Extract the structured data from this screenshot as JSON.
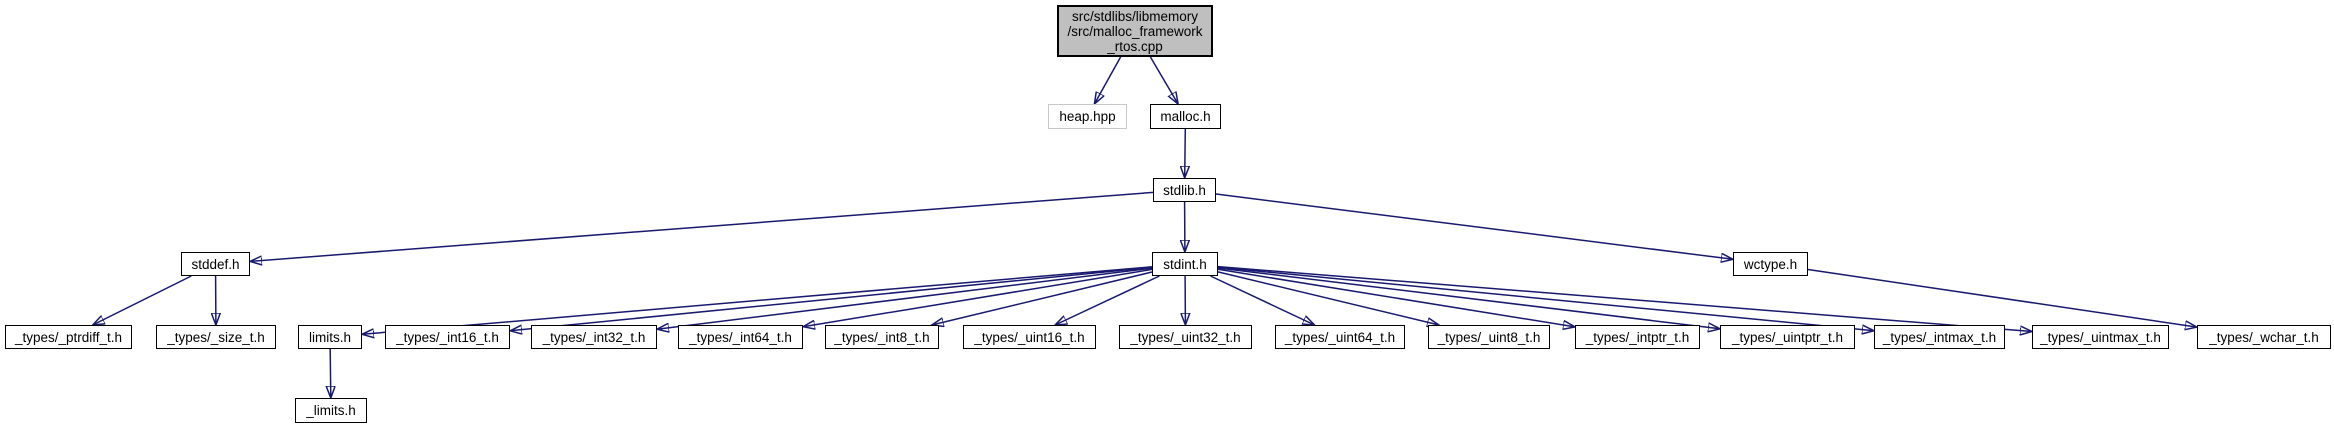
{
  "diagram": {
    "type": "include-dependency-graph",
    "root_file": "src/stdlibs/libmemory/src/malloc_framework_rtos.cpp"
  },
  "colors": {
    "edge": "#191970",
    "node_border": "#000000",
    "node_fill": "#ffffff",
    "root_fill": "#bfbfbf",
    "external_border": "#c8c8c8",
    "text": "#000000"
  },
  "nodes": [
    {
      "id": "main_cpp",
      "label": "src/stdlibs/libmemory\n/src/malloc_framework\n_rtos.cpp",
      "kind": "root"
    },
    {
      "id": "heap_hpp",
      "label": "heap.hpp",
      "kind": "external"
    },
    {
      "id": "malloc_h",
      "label": "malloc.h",
      "kind": "doc"
    },
    {
      "id": "stdlib_h",
      "label": "stdlib.h",
      "kind": "doc"
    },
    {
      "id": "stddef_h",
      "label": "stddef.h",
      "kind": "doc"
    },
    {
      "id": "stdint_h",
      "label": "stdint.h",
      "kind": "doc"
    },
    {
      "id": "wctype_h",
      "label": "wctype.h",
      "kind": "doc"
    },
    {
      "id": "ptrdiff_t",
      "label": "_types/_ptrdiff_t.h",
      "kind": "doc"
    },
    {
      "id": "size_t",
      "label": "_types/_size_t.h",
      "kind": "doc"
    },
    {
      "id": "limits_h",
      "label": "limits.h",
      "kind": "doc"
    },
    {
      "id": "int16_t",
      "label": "_types/_int16_t.h",
      "kind": "doc"
    },
    {
      "id": "int32_t",
      "label": "_types/_int32_t.h",
      "kind": "doc"
    },
    {
      "id": "int64_t",
      "label": "_types/_int64_t.h",
      "kind": "doc"
    },
    {
      "id": "int8_t",
      "label": "_types/_int8_t.h",
      "kind": "doc"
    },
    {
      "id": "uint16_t",
      "label": "_types/_uint16_t.h",
      "kind": "doc"
    },
    {
      "id": "uint32_t",
      "label": "_types/_uint32_t.h",
      "kind": "doc"
    },
    {
      "id": "uint64_t",
      "label": "_types/_uint64_t.h",
      "kind": "doc"
    },
    {
      "id": "uint8_t",
      "label": "_types/_uint8_t.h",
      "kind": "doc"
    },
    {
      "id": "intptr_t",
      "label": "_types/_intptr_t.h",
      "kind": "doc"
    },
    {
      "id": "uintptr_t",
      "label": "_types/_uintptr_t.h",
      "kind": "doc"
    },
    {
      "id": "intmax_t",
      "label": "_types/_intmax_t.h",
      "kind": "doc"
    },
    {
      "id": "uintmax_t",
      "label": "_types/_uintmax_t.h",
      "kind": "doc"
    },
    {
      "id": "wchar_t",
      "label": "_types/_wchar_t.h",
      "kind": "doc"
    },
    {
      "id": "limits_int",
      "label": "_limits.h",
      "kind": "doc"
    }
  ],
  "edges": [
    {
      "from": "main_cpp",
      "to": "heap_hpp"
    },
    {
      "from": "main_cpp",
      "to": "malloc_h"
    },
    {
      "from": "malloc_h",
      "to": "stdlib_h"
    },
    {
      "from": "stdlib_h",
      "to": "stddef_h"
    },
    {
      "from": "stdlib_h",
      "to": "stdint_h"
    },
    {
      "from": "stdlib_h",
      "to": "wctype_h"
    },
    {
      "from": "stddef_h",
      "to": "ptrdiff_t"
    },
    {
      "from": "stddef_h",
      "to": "size_t"
    },
    {
      "from": "stdint_h",
      "to": "limits_h"
    },
    {
      "from": "stdint_h",
      "to": "int16_t"
    },
    {
      "from": "stdint_h",
      "to": "int32_t"
    },
    {
      "from": "stdint_h",
      "to": "int64_t"
    },
    {
      "from": "stdint_h",
      "to": "int8_t"
    },
    {
      "from": "stdint_h",
      "to": "uint16_t"
    },
    {
      "from": "stdint_h",
      "to": "uint32_t"
    },
    {
      "from": "stdint_h",
      "to": "uint64_t"
    },
    {
      "from": "stdint_h",
      "to": "uint8_t"
    },
    {
      "from": "stdint_h",
      "to": "intptr_t"
    },
    {
      "from": "stdint_h",
      "to": "uintptr_t"
    },
    {
      "from": "stdint_h",
      "to": "intmax_t"
    },
    {
      "from": "stdint_h",
      "to": "uintmax_t"
    },
    {
      "from": "wctype_h",
      "to": "wchar_t"
    },
    {
      "from": "limits_h",
      "to": "limits_int"
    }
  ]
}
